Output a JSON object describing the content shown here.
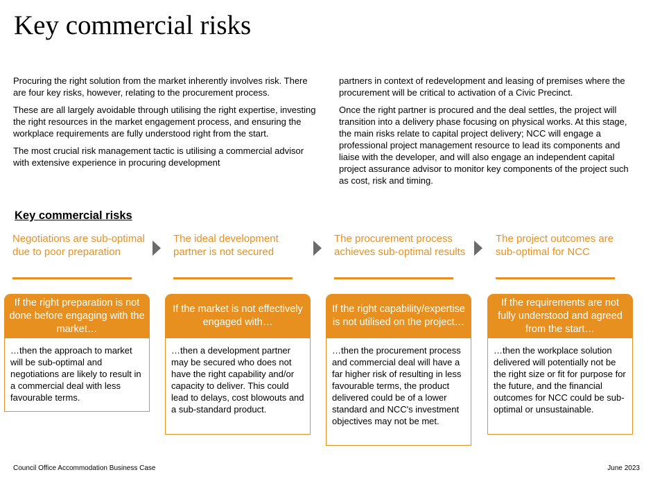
{
  "page": {
    "title": "Key commercial risks"
  },
  "intro": {
    "left": [
      "Procuring the right solution from the market inherently involves risk. There are four key risks, however, relating to the procurement process.",
      "These are all largely avoidable through utilising the right expertise, investing the right resources in the market engagement process, and ensuring the workplace requirements are fully understood right from the start.",
      "The most crucial risk management tactic is utilising a commercial advisor with extensive experience in procuring development"
    ],
    "right": [
      "partners in context of redevelopment and leasing of premises where the procurement will be critical to activation of a Civic Precinct.",
      "Once the right partner is procured and the deal settles, the project will transition into a delivery phase focusing on physical works. At this stage, the main risks relate to capital project delivery; NCC will engage a professional project management resource to lead its components and liaise with the developer, and will also engage an independent capital project assurance advisor to monitor key components of the project such as cost, risk and timing."
    ]
  },
  "risks_section": {
    "heading": "Key commercial risks",
    "items": [
      {
        "title": "Negotiations are sub-optimal due to poor preparation",
        "condition": "If the right preparation is not done before engaging with the market…",
        "result": "…then the approach to market will be sub-optimal and negotiations are likely to result in a commercial deal with less favourable terms."
      },
      {
        "title": "The ideal development partner is not secured",
        "condition": "If the market is not effectively engaged with…",
        "result": "…then a development partner may be secured who does not have the right capability and/or capacity to deliver. This could lead to delays, cost blowouts and a sub-standard product."
      },
      {
        "title": "The procurement process achieves sub-optimal results",
        "condition": "If the right capability/expertise is not utilised on the project…",
        "result": "…then the procurement process and commercial deal will have a far higher risk of resulting in less favourable terms, the product delivered could be of a lower standard and NCC's investment objectives may not be met."
      },
      {
        "title": "The project outcomes are sub-optimal for NCC",
        "condition": "If the requirements are not fully understood and agreed from the start…",
        "result": "…then the workplace solution delivered will potentially not be the right size or fit for purpose for the future, and the financial outcomes for NCC could be sub-optimal or unsustainable."
      }
    ]
  },
  "footer": {
    "left": "Council Office Accommodation Business Case",
    "right": "June 2023"
  },
  "colors": {
    "accent": "#e8901f",
    "arrow": "#6b6b6b"
  }
}
